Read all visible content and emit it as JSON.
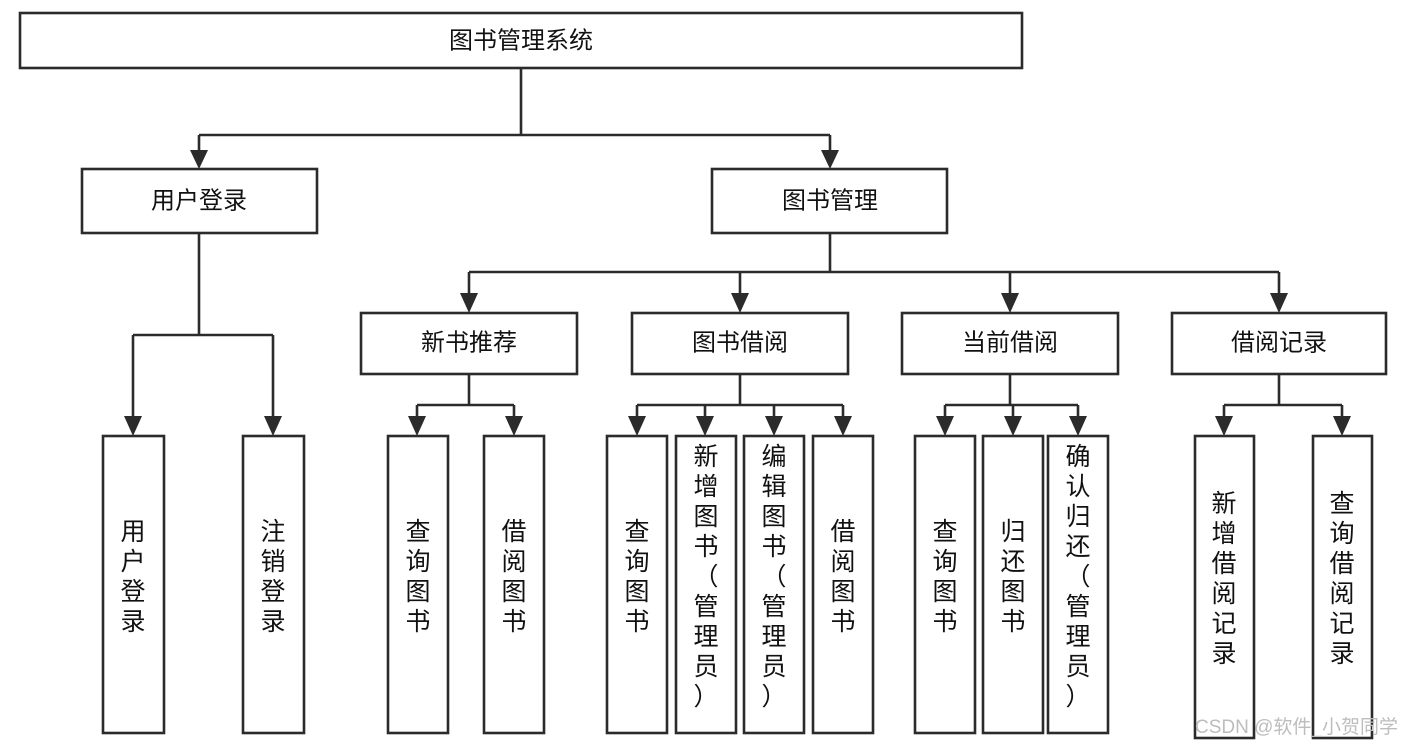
{
  "diagram": {
    "title": "图书管理系统",
    "type": "tree-hierarchy",
    "colors": {
      "stroke": "#2b2b2b",
      "fill": "#ffffff",
      "text": "#111111",
      "watermark": "#bdbdbd"
    },
    "root": {
      "label": "图书管理系统"
    },
    "level2": [
      {
        "label": "用户登录"
      },
      {
        "label": "图书管理"
      }
    ],
    "level3": [
      {
        "label": "新书推荐"
      },
      {
        "label": "图书借阅"
      },
      {
        "label": "当前借阅"
      },
      {
        "label": "借阅记录"
      }
    ],
    "leaves": {
      "user_login": [
        {
          "label": "用户登录"
        },
        {
          "label": "注销登录"
        }
      ],
      "new_book_recommend": [
        {
          "label": "查询图书"
        },
        {
          "label": "借阅图书"
        }
      ],
      "book_borrow": [
        {
          "label": "查询图书"
        },
        {
          "label": "新增图书（管理员）"
        },
        {
          "label": "编辑图书（管理员）"
        },
        {
          "label": "借阅图书"
        }
      ],
      "current_borrow": [
        {
          "label": "查询图书"
        },
        {
          "label": "归还图书"
        },
        {
          "label": "确认归还（管理员）"
        }
      ],
      "borrow_record": [
        {
          "label": "新增借阅记录"
        },
        {
          "label": "查询借阅记录"
        }
      ]
    }
  },
  "watermark": {
    "text": "CSDN @软件_小贺同学"
  }
}
